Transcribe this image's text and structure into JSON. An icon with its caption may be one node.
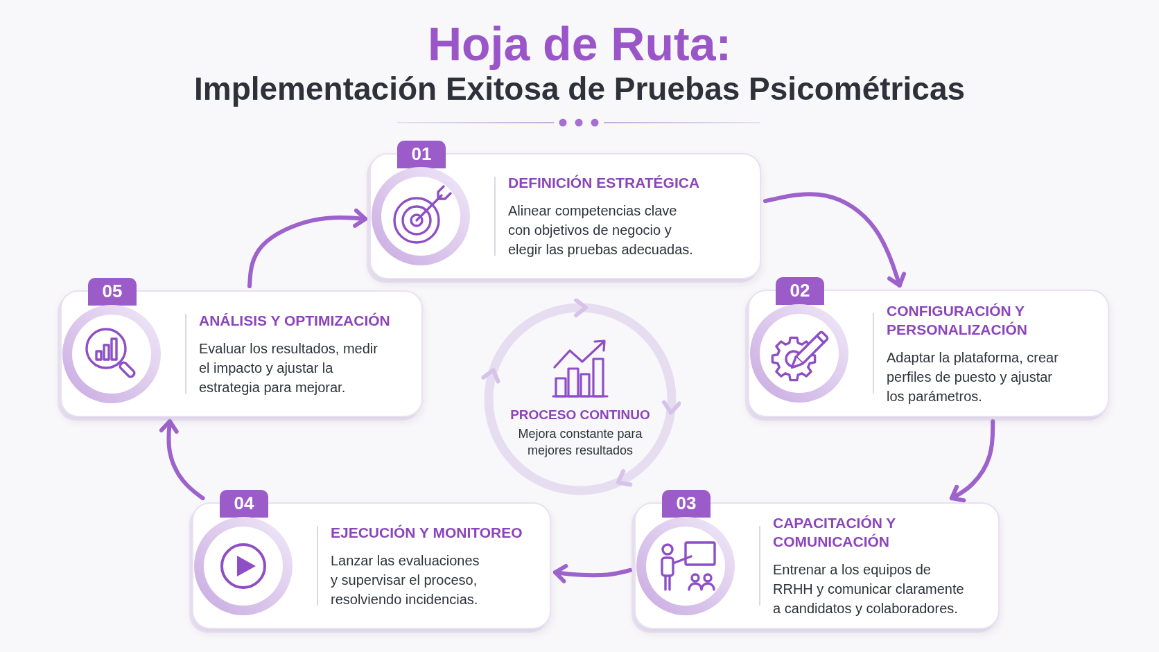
{
  "diagram": {
    "title": "Hoja de Ruta:",
    "nodes": [
      {
        "text": [
          "01",
          "DEFINICIÓN ESTRATÉGICA",
          "Alinear competencias clave con objetivos de negocio y elegir las pruebas adecuadas."
        ]
      },
      {
        "text": [
          "02",
          "CONFIGURACIÓN Y PERSONALIZACIÓN",
          "Adaptar la plataforma, crear perfiles de puesto y ajustar los parámetros."
        ]
      },
      {
        "text": [
          "03",
          "CAPACITACIÓN Y COMUNICACIÓN",
          "Entrenar a los equipos de RRHH y comunicar claramente a candidatos y colaboradores."
        ]
      },
      {
        "text": [
          "04",
          "EJECUCIÓN Y MONITOREO",
          "Lanzar las evaluaciones y supervisar el proceso, resolviendo incidencias."
        ]
      },
      {
        "text": [
          "05",
          "ANÁLISIS Y OPTIMIZACIÓN",
          "Evaluar los resultados, medir el impacto y ajustar la estrategia para mejorar."
        ]
      },
      {
        "text": [
          "PROCESO CONTINUO",
          "Mejora constante para mejores resultados"
        ]
      }
    ],
    "edges": [
      {
        "from": 0,
        "to": 1,
        "arrow": "to"
      },
      {
        "from": 1,
        "to": 2,
        "arrow": "to"
      },
      {
        "from": 2,
        "to": 3,
        "arrow": "to"
      },
      {
        "from": 3,
        "to": 4,
        "arrow": "to"
      },
      {
        "from": 4,
        "to": 0,
        "arrow": "to"
      }
    ],
    "labels": [
      "Implementación Exitosa de Pruebas Psicométricas"
    ]
  }
}
